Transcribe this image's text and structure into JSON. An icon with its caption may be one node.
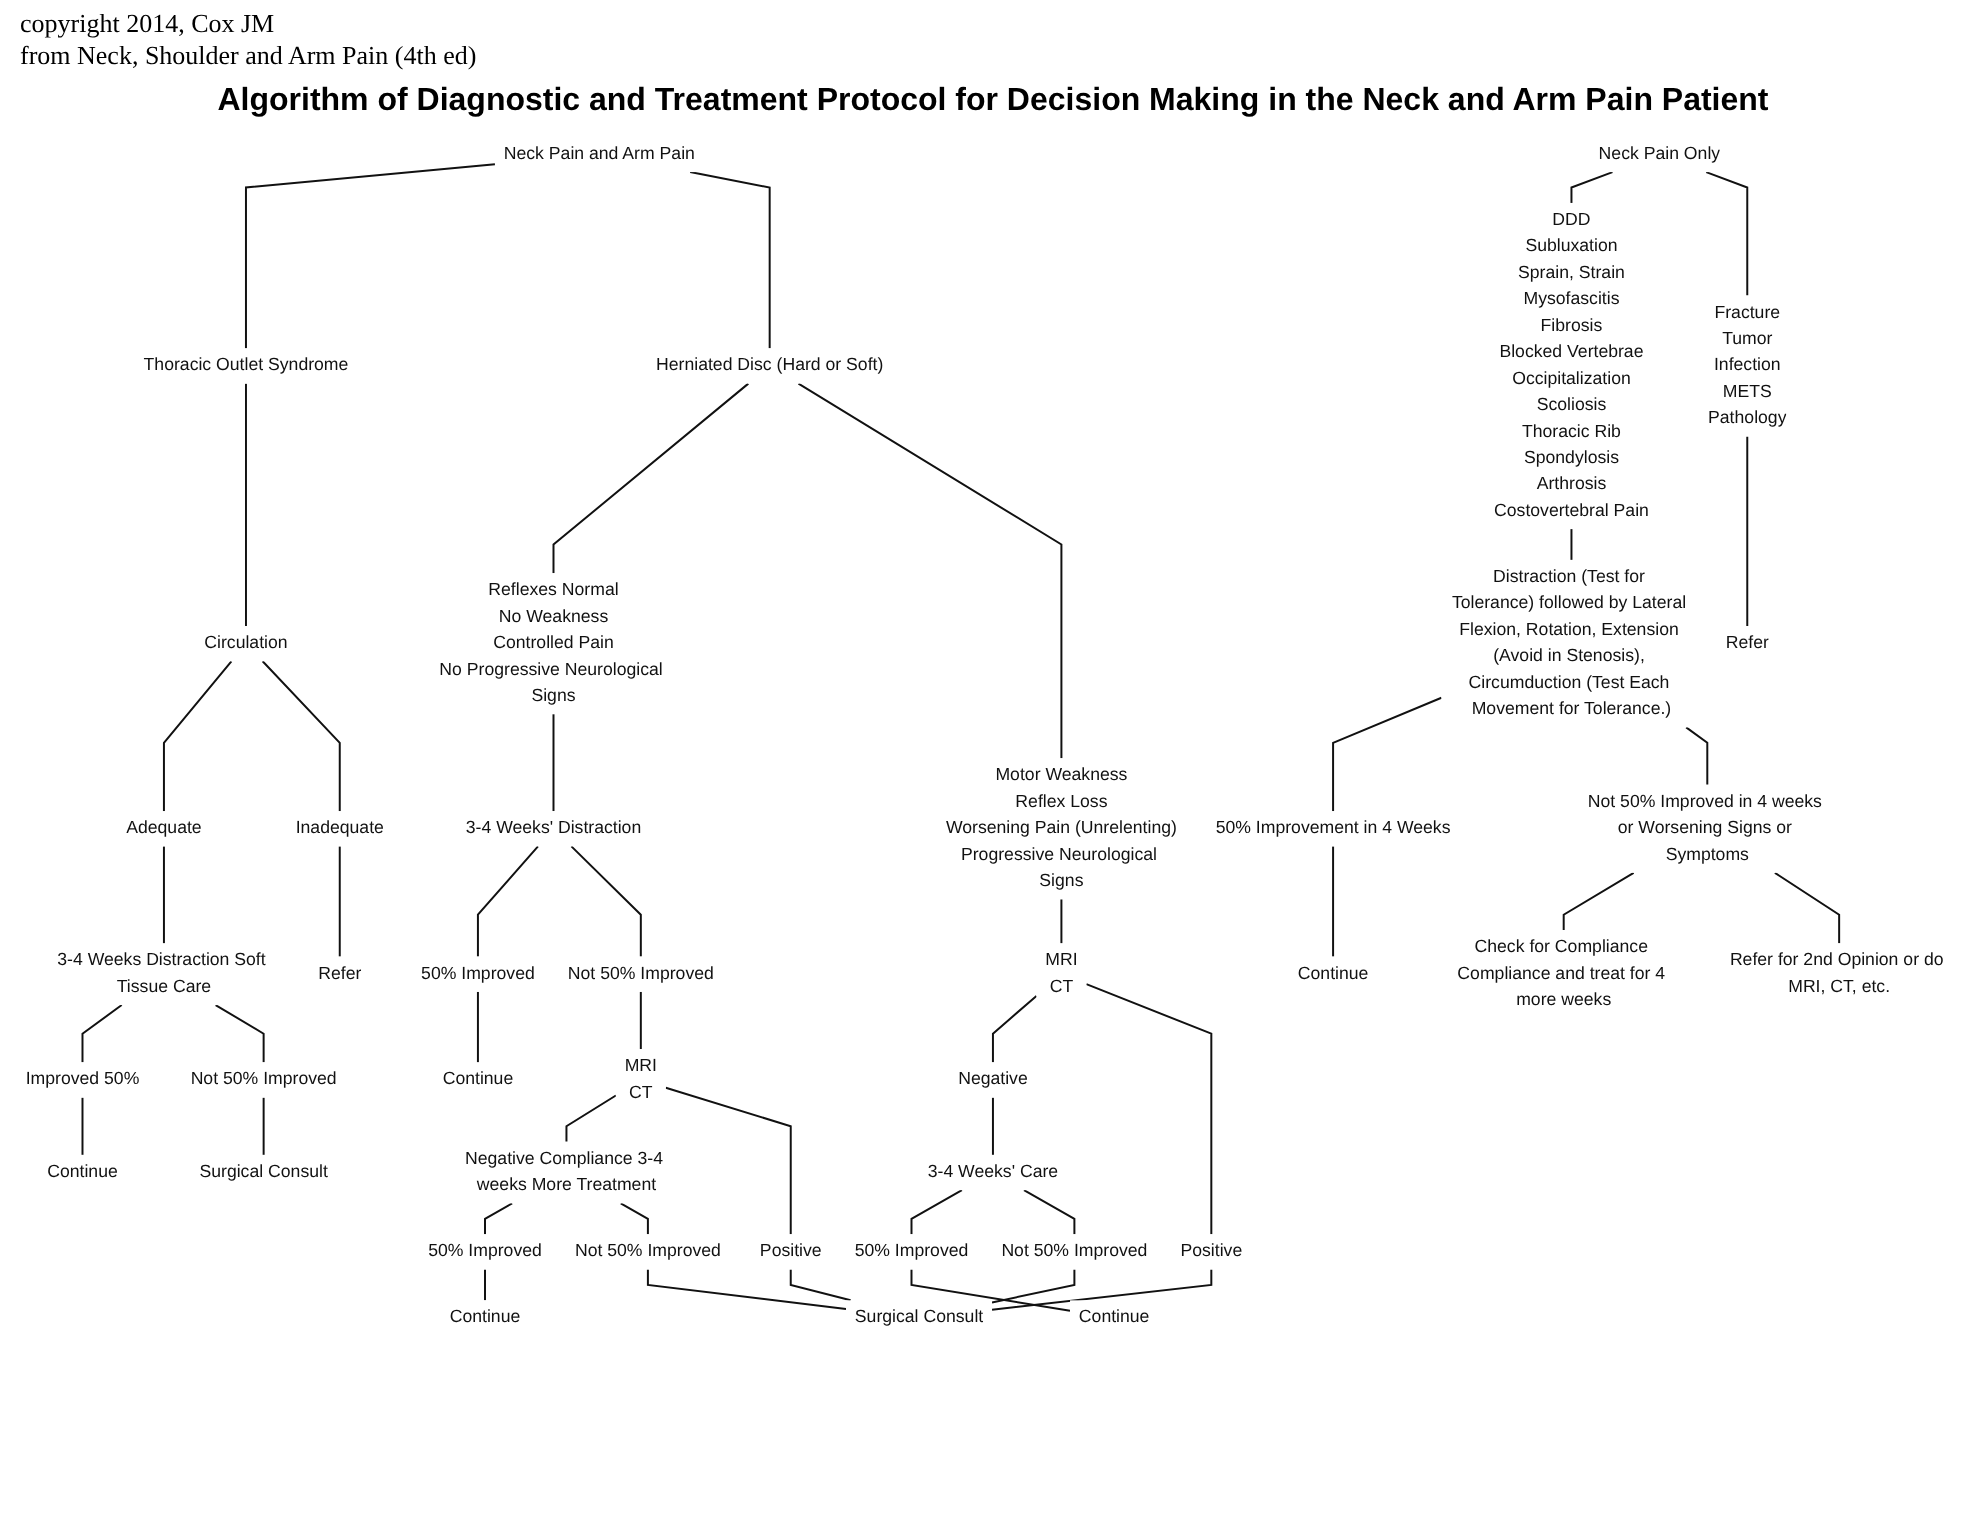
{
  "diagram": {
    "title": "Algorithm of Diagnostic and Treatment Protocol for Decision Making in the Neck and Arm Pain Patient",
    "nodes": [
      {
        "text": [
          "Neck Pain Only"
        ]
      },
      {
        "text": [
          "Neck Pain and Arm Pain"
        ]
      },
      {
        "text": [
          "DDD",
          "Subluxation",
          "Sprain, Strain",
          "Mysofascitis",
          "Fibrosis",
          "Blocked Vertebrae",
          "Occipitalization",
          "Scoliosis",
          "Thoracic Rib",
          "Spondylosis",
          "Arthrosis",
          "Costovertebral Pain"
        ]
      },
      {
        "text": [
          "Fracture",
          "Tumor",
          "Infection",
          "METS",
          "Pathology"
        ]
      },
      {
        "text": [
          "Thoracic Outlet Syndrome"
        ]
      },
      {
        "text": [
          "Herniated Disc (Hard or Soft)"
        ]
      },
      {
        "text": [
          "Circulation"
        ]
      },
      {
        "text": [
          "Reflexes Normal",
          "No Weakness",
          "Controlled Pain",
          "No Progressive Neurological Signs"
        ]
      },
      {
        "text": [
          "Motor Weakness",
          "Reflex Loss",
          "Worsening Pain (Unrelenting)",
          "Progressive Neurological Signs"
        ]
      },
      {
        "text": [
          "Adequate"
        ]
      },
      {
        "text": [
          "Inadequate"
        ]
      },
      {
        "text": [
          "Refer"
        ]
      },
      {
        "text": [
          "3-4 Weeks Distraction Soft Tissue Care"
        ]
      },
      {
        "text": [
          "Refer"
        ]
      },
      {
        "text": [
          "3-4 Weeks' Distraction"
        ]
      },
      {
        "text": [
          "MRI",
          "CT"
        ]
      },
      {
        "text": [
          "Distraction (Test for Tolerance) followed by Lateral Flexion, Rotation, Extension (Avoid in Stenosis), Circumduction (Test Each Movement for Tolerance.)"
        ]
      },
      {
        "text": [
          "Improved 50%"
        ]
      },
      {
        "text": [
          "Not 50% Improved"
        ]
      },
      {
        "text": [
          "50% Improved"
        ]
      },
      {
        "text": [
          "Not 50% Improved"
        ]
      },
      {
        "text": [
          "Negative"
        ]
      },
      {
        "text": [
          "Positive"
        ]
      },
      {
        "text": [
          "Continue"
        ]
      },
      {
        "text": [
          "Surgical Consult"
        ]
      },
      {
        "text": [
          "Continue"
        ]
      },
      {
        "text": [
          "MRI",
          "CT"
        ]
      },
      {
        "text": [
          "3-4 Weeks' Care"
        ]
      },
      {
        "text": [
          "Surgical Consult"
        ]
      },
      {
        "text": [
          "Negative Compliance 3-4 weeks More Treatment"
        ]
      },
      {
        "text": [
          "Positive"
        ]
      },
      {
        "text": [
          "50% Improved"
        ]
      },
      {
        "text": [
          "Not 50% Improved"
        ]
      },
      {
        "text": [
          "50% Improvement in 4 Weeks"
        ]
      },
      {
        "text": [
          "Not 50% Improved in 4 weeks or Worsening Signs or Symptoms"
        ]
      },
      {
        "text": [
          "Continue"
        ]
      },
      {
        "text": [
          "Continue"
        ]
      },
      {
        "text": [
          "Check for Compliance Compliance and treat for 4 more weeks"
        ]
      },
      {
        "text": [
          "Refer for 2nd Opinion or do MRI, CT, etc."
        ]
      },
      {
        "text": [
          "50% Improved"
        ]
      },
      {
        "text": [
          "Not 50% Improved"
        ]
      },
      {
        "text": [
          "Continue"
        ]
      }
    ],
    "edges": [
      {
        "from": 0,
        "to": 2,
        "arrow": "none"
      },
      {
        "from": 0,
        "to": 3,
        "arrow": "none"
      },
      {
        "from": 1,
        "to": 4,
        "arrow": "none"
      },
      {
        "from": 1,
        "to": 5,
        "arrow": "none"
      },
      {
        "from": 3,
        "to": 11,
        "arrow": "none"
      },
      {
        "from": 2,
        "to": 16,
        "arrow": "none"
      },
      {
        "from": 4,
        "to": 6,
        "arrow": "none"
      },
      {
        "from": 6,
        "to": 9,
        "arrow": "none"
      },
      {
        "from": 6,
        "to": 10,
        "arrow": "none"
      },
      {
        "from": 9,
        "to": 12,
        "arrow": "none"
      },
      {
        "from": 10,
        "to": 13,
        "arrow": "none"
      },
      {
        "from": 12,
        "to": 17,
        "arrow": "none"
      },
      {
        "from": 12,
        "to": 18,
        "arrow": "none"
      },
      {
        "from": 17,
        "to": 23,
        "arrow": "none"
      },
      {
        "from": 18,
        "to": 24,
        "arrow": "none"
      },
      {
        "from": 5,
        "to": 7,
        "arrow": "none"
      },
      {
        "from": 5,
        "to": 8,
        "arrow": "none"
      },
      {
        "from": 7,
        "to": 14,
        "arrow": "none"
      },
      {
        "from": 14,
        "to": 19,
        "arrow": "none"
      },
      {
        "from": 14,
        "to": 20,
        "arrow": "none"
      },
      {
        "from": 19,
        "to": 25,
        "arrow": "none"
      },
      {
        "from": 20,
        "to": 26,
        "arrow": "none"
      },
      {
        "from": 8,
        "to": 15,
        "arrow": "none"
      },
      {
        "from": 15,
        "to": 21,
        "arrow": "none"
      },
      {
        "from": 15,
        "to": 22,
        "arrow": "none"
      },
      {
        "from": 21,
        "to": 27,
        "arrow": "none"
      },
      {
        "from": 22,
        "to": 28,
        "arrow": "none"
      },
      {
        "from": 27,
        "to": 31,
        "arrow": "none"
      },
      {
        "from": 27,
        "to": 32,
        "arrow": "none"
      },
      {
        "from": 32,
        "to": 28,
        "arrow": "none"
      },
      {
        "from": 31,
        "to": 35,
        "arrow": "none"
      },
      {
        "from": 26,
        "to": 29,
        "arrow": "none"
      },
      {
        "from": 26,
        "to": 30,
        "arrow": "none"
      },
      {
        "from": 29,
        "to": 39,
        "arrow": "none"
      },
      {
        "from": 29,
        "to": 40,
        "arrow": "none"
      },
      {
        "from": 39,
        "to": 41,
        "arrow": "none"
      },
      {
        "from": 40,
        "to": 28,
        "arrow": "none"
      },
      {
        "from": 30,
        "to": 28,
        "arrow": "none"
      },
      {
        "from": 16,
        "to": 33,
        "arrow": "none"
      },
      {
        "from": 16,
        "to": 34,
        "arrow": "none"
      },
      {
        "from": 33,
        "to": 36,
        "arrow": "none"
      },
      {
        "from": 34,
        "to": 37,
        "arrow": "none"
      },
      {
        "from": 34,
        "to": 38,
        "arrow": "none"
      }
    ],
    "labels": [
      "copyright 2014, Cox JM",
      "from Neck, Shoulder and Arm Pain (4th ed)"
    ]
  }
}
